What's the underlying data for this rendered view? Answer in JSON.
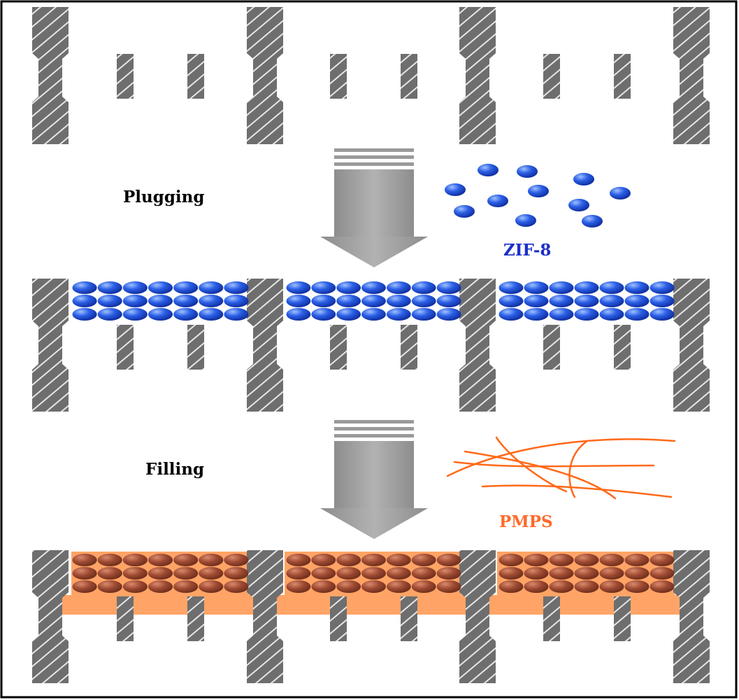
{
  "labels": {
    "plugging": "Plugging",
    "filling": "Filling",
    "zif8": "ZIF-8",
    "pmps": "PMPS"
  },
  "colors": {
    "frame": "#000000",
    "wall": "#6e6e6e",
    "hatch": "#e6e6e6",
    "arrow": "#9a9a9a",
    "zif_particle": "#1f4fd6",
    "zif_label": "#1c2fc8",
    "pmps_layer": "#ffa466",
    "pmps_fiber": "#ff6a1a",
    "pmps_label": "#ff6a2a",
    "filled_particle": "#9e4a32",
    "background": "#ffffff"
  },
  "icons": {
    "step_arrow": "down-arrow-icon",
    "particle": "sphere-icon"
  }
}
